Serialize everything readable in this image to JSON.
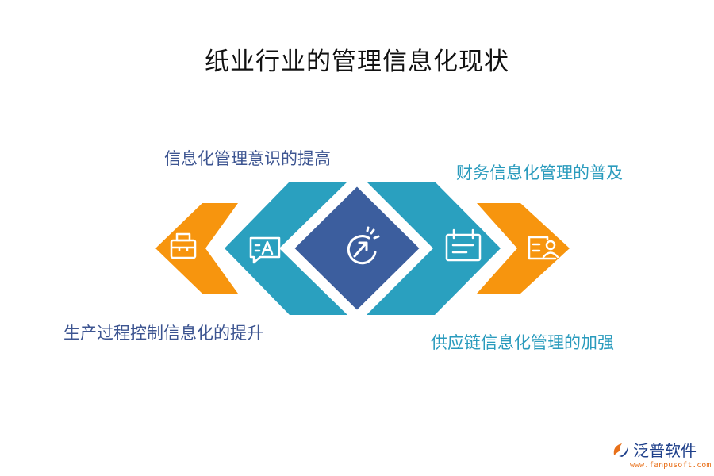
{
  "title": "纸业行业的管理信息化现状",
  "labels": {
    "top_left": "信息化管理意识的提高",
    "top_right": "财务信息化管理的普及",
    "bottom_left": "生产过程控制信息化的提升",
    "bottom_right": "供应链信息化管理的加强"
  },
  "icons": [
    "toolbox-icon",
    "text-chat-icon",
    "refresh-arrow-icon",
    "calendar-icon",
    "id-card-icon"
  ],
  "colors": {
    "orange": "#f7950e",
    "teal": "#2aa0bf",
    "navy": "#3c5e9e",
    "label_dark": "#3d5591",
    "label_teal": "#2a9bbd"
  },
  "brand": {
    "name": "泛普软件",
    "url": "www.fanpusoft.com"
  }
}
